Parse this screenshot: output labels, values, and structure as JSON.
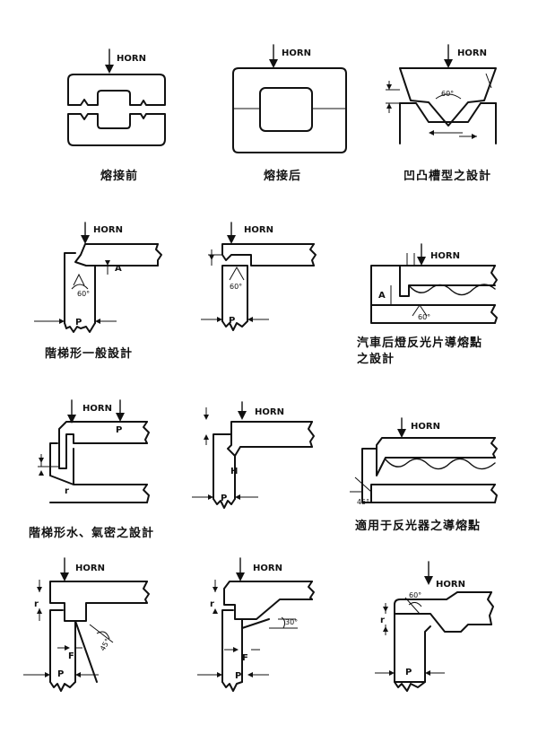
{
  "labels": {
    "horn": "HORN",
    "a": "A",
    "p": "P",
    "h": "H",
    "r": "r",
    "f": "F",
    "angle_60": "60°",
    "angle_45": "45°",
    "angle_30": "30°"
  },
  "captions": {
    "before_welding": "熔接前",
    "after_welding": "熔接后",
    "tongue_groove": "凹凸槽型之設計",
    "step_general": "階梯形一般設計",
    "tail_light_line1": "汽車后燈反光片導熔點",
    "tail_light_line2": "之設計",
    "step_watertight": "階梯形水、氣密之設計",
    "reflector": "適用于反光器之導熔點"
  }
}
